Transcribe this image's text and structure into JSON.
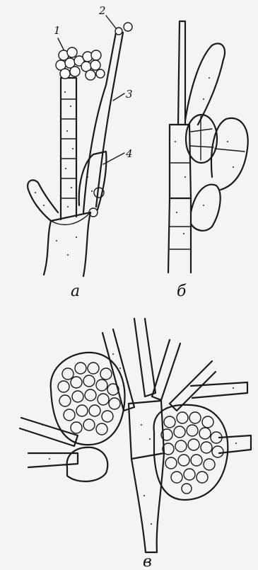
{
  "panels": [
    {
      "label": "а"
    },
    {
      "label": "б"
    },
    {
      "label": "в"
    }
  ],
  "callouts": [
    "1",
    "2",
    "3",
    "4"
  ],
  "colors": {
    "ink": "#1a1a1a",
    "paper": "#f4f4f2"
  }
}
